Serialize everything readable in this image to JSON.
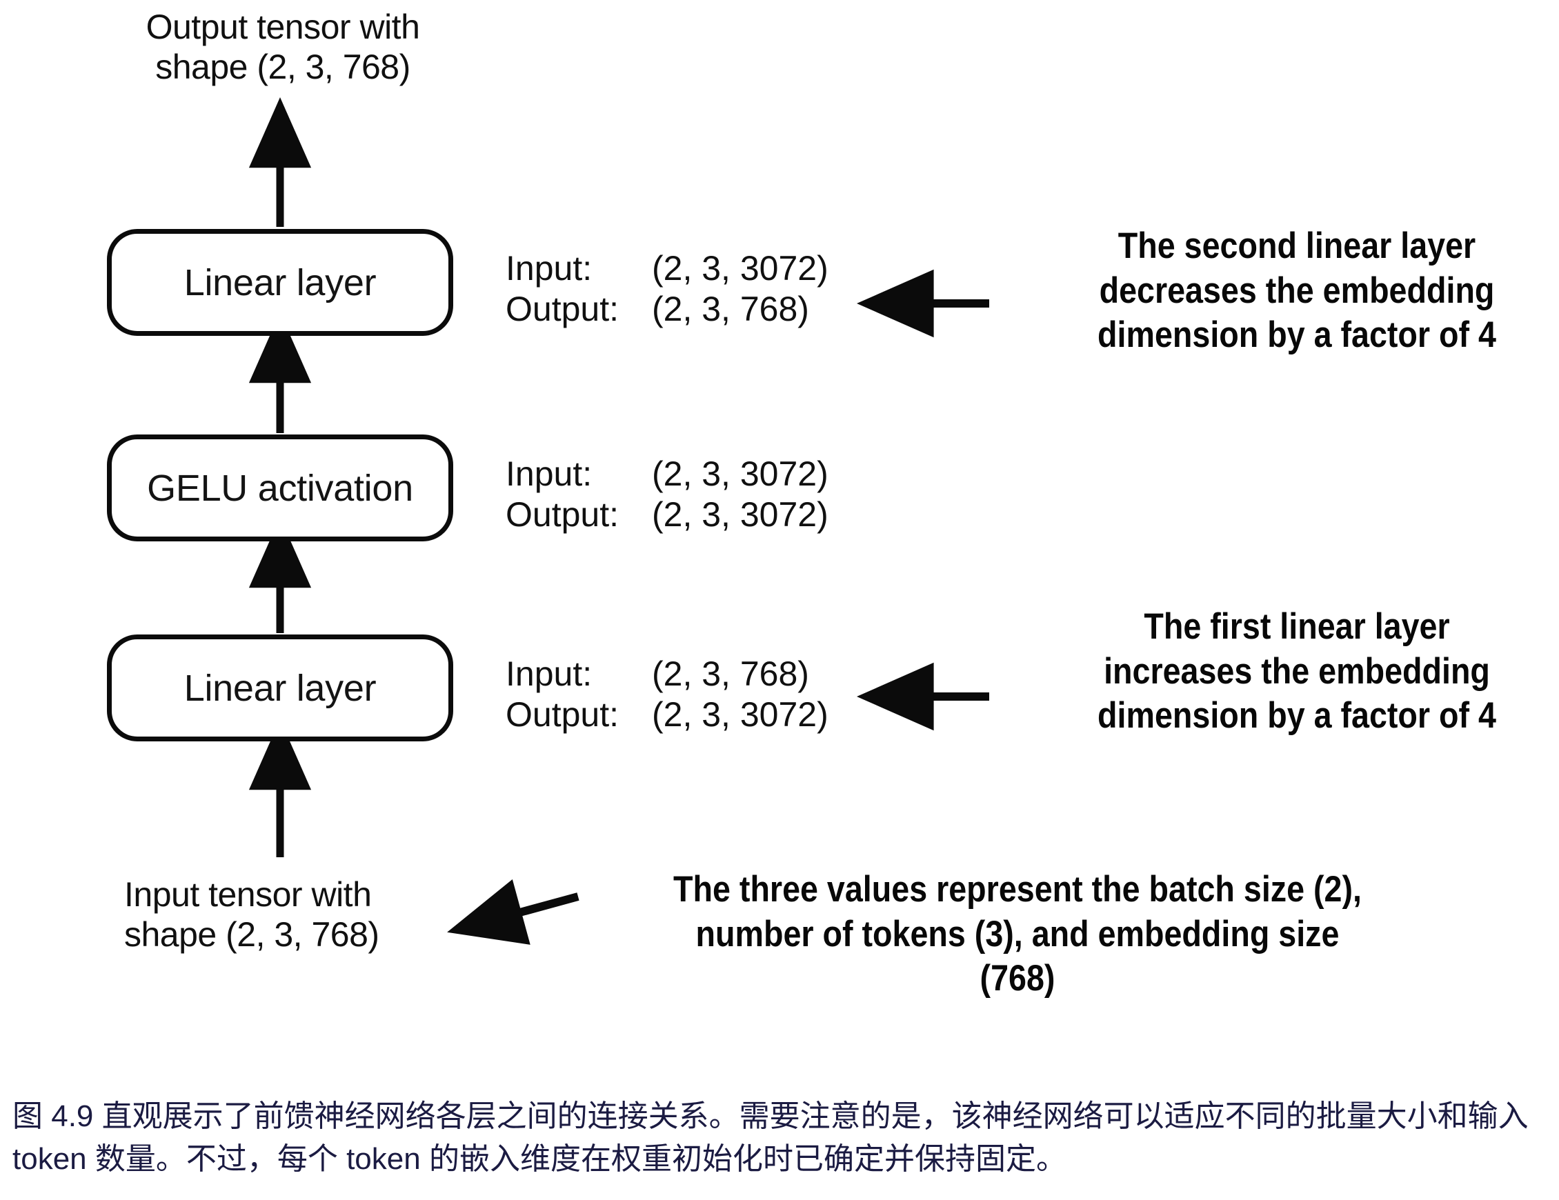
{
  "figure": {
    "title_top_label": "Output tensor with\nshape (2, 3, 768)",
    "bottom_label": "Input tensor with\nshape (2, 3, 768)",
    "nodes": [
      {
        "id": "linear-2",
        "label": "Linear layer"
      },
      {
        "id": "gelu",
        "label": "GELU activation"
      },
      {
        "id": "linear-1",
        "label": "Linear layer"
      }
    ],
    "io_specs": [
      {
        "for": "linear-2",
        "input_key": "Input:",
        "input_value": "(2, 3, 3072)",
        "output_key": "Output:",
        "output_value": "(2, 3, 768)"
      },
      {
        "for": "gelu",
        "input_key": "Input:",
        "input_value": "(2, 3, 3072)",
        "output_key": "Output:",
        "output_value": "(2, 3, 3072)"
      },
      {
        "for": "linear-1",
        "input_key": "Input:",
        "input_value": "(2, 3, 768)",
        "output_key": "Output:",
        "output_value": "(2, 3, 3072)"
      }
    ],
    "annotations": [
      {
        "id": "second-linear-note",
        "lines": [
          "The second linear layer",
          "decreases the embedding",
          "dimension by a factor of 4"
        ]
      },
      {
        "id": "first-linear-note",
        "lines": [
          "The first linear layer",
          "increases the embedding",
          "dimension by a factor of 4"
        ]
      },
      {
        "id": "three-values-note",
        "lines": [
          "The three values represent the batch size (2),",
          "number of tokens (3), and embedding size",
          "(768)"
        ]
      }
    ],
    "colors": {
      "stroke": "#0b0b0b",
      "text": "#101010",
      "caption": "#1b1b42",
      "background": "#ffffff"
    }
  },
  "caption": {
    "text": "图 4.9 直观展示了前馈神经网络各层之间的连接关系。需要注意的是，该神经网络可以适应不同的批量大小和输入 token 数量。不过，每个 token 的嵌入维度在权重初始化时已确定并保持固定。"
  }
}
